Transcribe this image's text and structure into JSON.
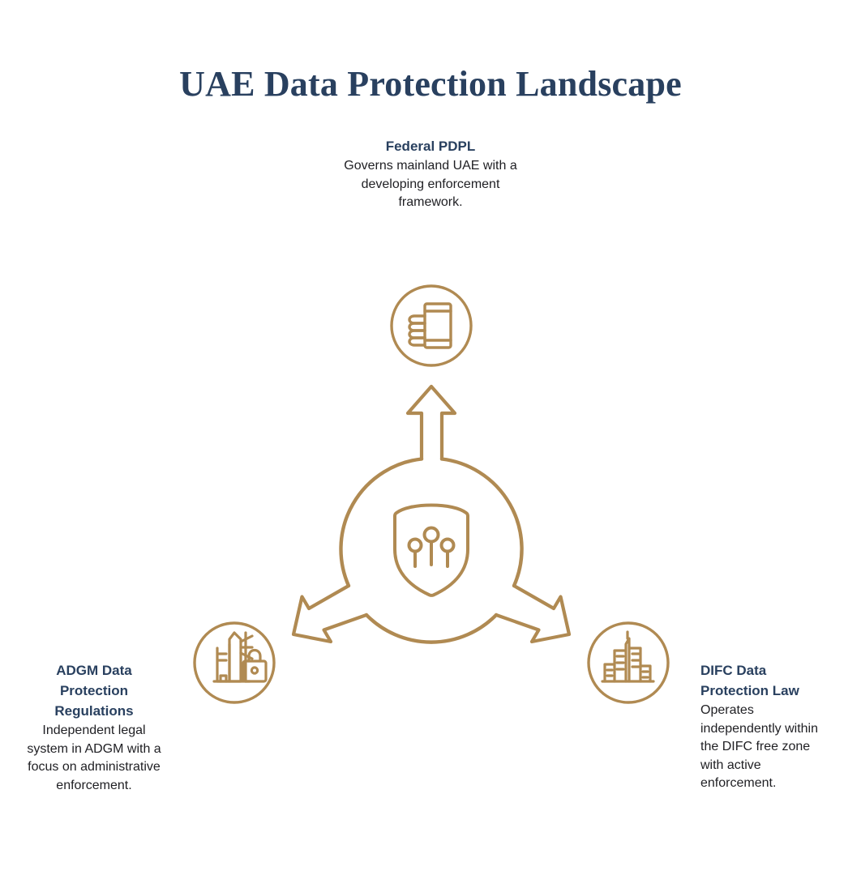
{
  "title": "UAE Data Protection Landscape",
  "colors": {
    "gold": "#b08a52",
    "navy": "#29405f",
    "body_text": "#1f1f23",
    "background": "#ffffff"
  },
  "center": {
    "icon": "shield-circuit-icon",
    "icon_description": "Shield containing three circuit nodes"
  },
  "nodes": [
    {
      "id": "federal-pdpl",
      "heading": "Federal PDPL",
      "body": "Governs mainland UAE with a developing enforcement framework.",
      "icon": "data-stack-icon",
      "position": "top"
    },
    {
      "id": "adgm",
      "heading": "ADGM Data Protection Regulations",
      "body": "Independent legal system in ADGM with a focus on administrative enforcement.",
      "icon": "buildings-lock-icon",
      "position": "bottom-left"
    },
    {
      "id": "difc",
      "heading": "DIFC Data Protection Law",
      "body": "Operates independently within the DIFC free zone with active enforcement.",
      "icon": "city-skyline-icon",
      "position": "bottom-right"
    }
  ],
  "connectors": [
    {
      "id": "arrow-to-federal-pdpl",
      "direction": "up"
    },
    {
      "id": "arrow-to-adgm",
      "direction": "down-left"
    },
    {
      "id": "arrow-to-difc",
      "direction": "down-right"
    }
  ]
}
